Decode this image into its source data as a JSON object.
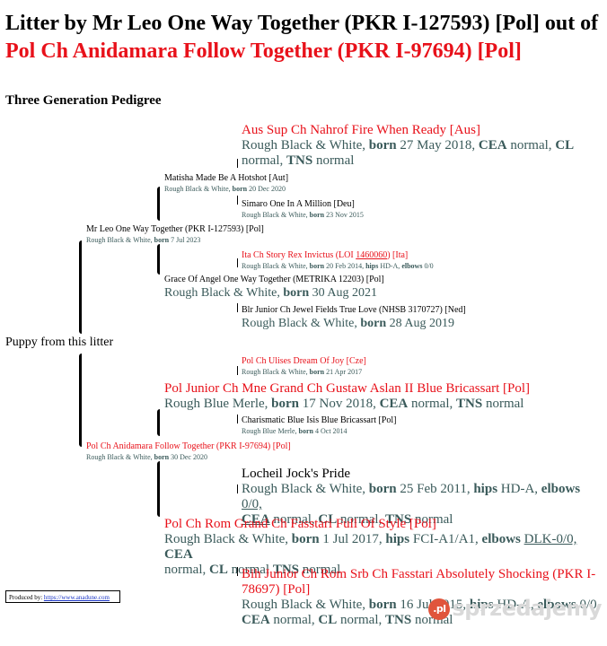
{
  "title_part1": "Litter by Mr Leo One Way Together (PKR I-127593) [Pol] out of ",
  "title_part2": "Pol Ch Anidamara Follow Together (PKR I-97694) [Pol]",
  "subtitle": "Three Generation Pedigree",
  "puppy": "Puppy from this litter",
  "labels": {
    "born": "born",
    "cea": "CEA",
    "cl": "CL",
    "tns": "TNS",
    "hips": "hips",
    "elbows": "elbows"
  },
  "sire": {
    "name": "Mr Leo One Way Together (PKR I-127593) [Pol]",
    "color": "Rough Black & White,",
    "born": "7 Jul 2023"
  },
  "ss": {
    "name": "Matisha Made Be A Hotshot [Aut]",
    "color": "Rough Black & White,",
    "born": "20 Dec 2020"
  },
  "sss": {
    "name": "Aus Sup Ch Nahrof Fire When Ready [Aus]",
    "color": "Rough Black & White,",
    "born": "27 May 2018,",
    "cea": "normal,",
    "cl": "normal,",
    "tns": "normal"
  },
  "ssd": {
    "name": "Simaro One In A Million [Deu]",
    "color": "Rough Black & White,",
    "born": "23 Nov 2015"
  },
  "sd": {
    "name": "Grace Of Angel One Way Together (METRIKA 12203) [Pol]",
    "color": "Rough Black & White,",
    "born": "30 Aug 2021"
  },
  "sds": {
    "name_pre": "Ita Ch Story Rex Invictus (LOI ",
    "name_link": "1460060",
    "name_post": ") [Ita]",
    "color": "Rough Black & White,",
    "born": "20 Feb 2014,",
    "hips": "HD-A,",
    "elbows": "0/0"
  },
  "sdd": {
    "name": "Blr Junior Ch Jewel Fields True Love (NHSB 3170727) [Ned]",
    "color": "Rough Black & White,",
    "born": "28 Aug 2019"
  },
  "dam": {
    "name": "Pol Ch Anidamara Follow Together (PKR I-97694) [Pol]",
    "color": "Rough Black & White,",
    "born": "30 Dec 2020"
  },
  "ds": {
    "name": "Pol Junior Ch Mne Grand Ch Gustaw Aslan II Blue Bricassart [Pol]",
    "color": "Rough Blue Merle,",
    "born": "17 Nov 2018,",
    "cea": "normal,",
    "tns": "normal"
  },
  "dss": {
    "name": "Pol Ch Ulises Dream Of Joy [Cze]",
    "color": "Rough Black & White,",
    "born": "21 Apr 2017"
  },
  "dsd": {
    "name": "Charismatic Blue Isis Blue Bricassart [Pol]",
    "color": "Rough Blue Merle,",
    "born": "4 Oct 2014"
  },
  "dd": {
    "name": "Pol Ch Rom Grand Ch Fasstari Full Of Style [Pol]",
    "color": "Rough Black & White,",
    "born": "1 Jul 2017,",
    "hips": "FCI-A1/A1,",
    "elbows": "DLK-0/0,",
    "cea": "normal,",
    "cl": "normal",
    "tns": "normal"
  },
  "dds": {
    "name": "Locheil Jock's Pride",
    "color": "Rough Black & White,",
    "born": "25 Feb 2011,",
    "hips": "HD-A,",
    "elbows": "0/0,",
    "cea": "normal,",
    "cl": "normal,",
    "tns": "normal"
  },
  "ddd": {
    "name": "Bih Junior Ch Rom Srb Ch Fasstari Absolutely Shocking (PKR I-78697) [Pol]",
    "color": "Rough Black & White,",
    "born": "16 Jul 2015,",
    "hips": "HD-A,",
    "elbows": "0/0,",
    "cea": "normal,",
    "cl": "normal,",
    "tns": "normal"
  },
  "produced_by": "Produced by:",
  "produced_link": "https://www.anadune.com",
  "watermark": "sprzedajemy",
  "watermark_badge": ".pl"
}
